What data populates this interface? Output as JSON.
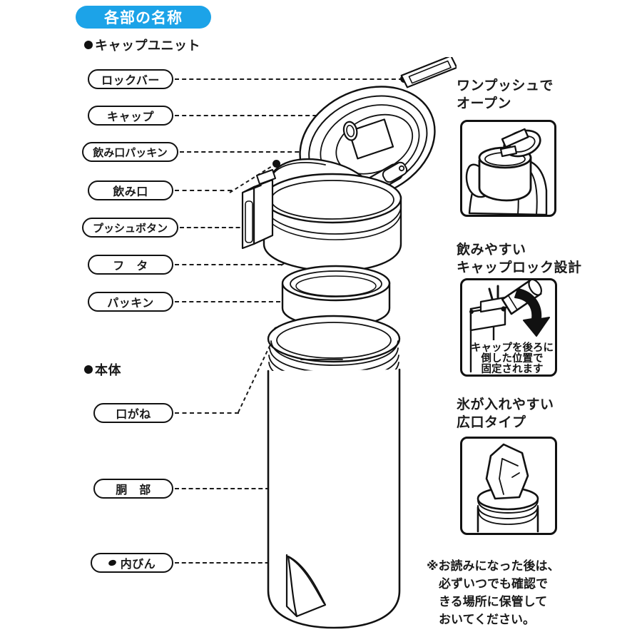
{
  "header": {
    "badge_label": "各部の名称",
    "badge_color": "#1ca3e8",
    "badge_text_color": "#ffffff"
  },
  "sections": [
    {
      "id": "cap-unit",
      "heading": "キャップユニット",
      "bullet": "filled-circle-icon"
    },
    {
      "id": "body",
      "heading": "本体",
      "bullet": "filled-circle-icon"
    }
  ],
  "cap_unit_labels": [
    {
      "id": "lock-bar",
      "text": "ロックバー"
    },
    {
      "id": "cap",
      "text": "キャップ"
    },
    {
      "id": "spout-packing",
      "text": "飲み口パッキン"
    },
    {
      "id": "spout",
      "text": "飲み口"
    },
    {
      "id": "push-button",
      "text": "プッシュボタン"
    },
    {
      "id": "lid",
      "text": "フ　タ"
    },
    {
      "id": "packing",
      "text": "パッキン"
    }
  ],
  "body_labels": [
    {
      "id": "mouth-ring",
      "text": "口がね",
      "icon": ""
    },
    {
      "id": "barrel",
      "text": "胴　部",
      "icon": ""
    },
    {
      "id": "inner-flask",
      "text": "内びん",
      "icon": "inner-flask-dot-icon"
    }
  ],
  "features": [
    {
      "id": "one-push-open",
      "title": "ワンプッシュで\nオープン",
      "illustration": "hand-holding-bottle-open-cap-illustration",
      "caption": ""
    },
    {
      "id": "cap-lock-design",
      "title": "飲みやすい\nキャップロック設計",
      "illustration": "cap-tilted-back-with-arrow-illustration",
      "caption": "キャップを後ろに\n倒した位置で\n固定されます"
    },
    {
      "id": "wide-mouth",
      "title": "氷が入れやすい\n広口タイプ",
      "illustration": "ice-cube-entering-wide-mouth-illustration",
      "caption": ""
    }
  ],
  "footer_note": {
    "id": "storage-note",
    "text": "※お読みになった後は、\n　必ずいつでも確認で\n　きる場所に保管して\n　おいてください。"
  },
  "diagram": {
    "id": "exploded-bottle-diagram",
    "alt": "ステンレスボトル分解図（キャップユニットと本体）",
    "parts": [
      "lock-bar",
      "cap",
      "spout-packing",
      "spout",
      "push-button",
      "lid",
      "packing",
      "mouth-ring",
      "barrel",
      "inner-flask"
    ]
  }
}
